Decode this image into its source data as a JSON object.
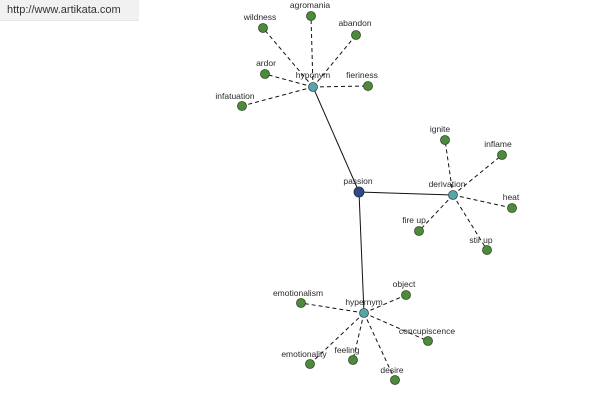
{
  "watermark": {
    "url": "http://www.artikata.com"
  },
  "colors": {
    "root": "#2f4b86",
    "hub": "#5aa3a8",
    "leaf": "#4e8a3e"
  },
  "graph": {
    "root": "passion",
    "relations": [
      {
        "name": "hyponym",
        "terms": [
          "agromania",
          "wildness",
          "abandon",
          "ardor",
          "fieriness",
          "infatuation"
        ]
      },
      {
        "name": "derivation",
        "terms": [
          "ignite",
          "inflame",
          "heat",
          "stir up",
          "fire up"
        ]
      },
      {
        "name": "hypernym",
        "terms": [
          "emotionalism",
          "object",
          "concupiscence",
          "desire",
          "feeling",
          "emotionality"
        ]
      }
    ]
  }
}
